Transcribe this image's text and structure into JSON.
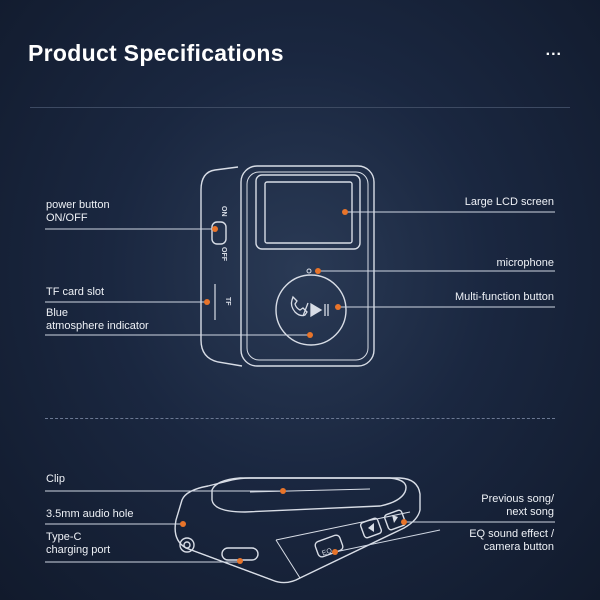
{
  "header": {
    "title": "Product Specifications",
    "menu": "..."
  },
  "labels": {
    "power_line1": "power button",
    "power_line2": "ON/OFF",
    "tf_slot": "TF card slot",
    "blue_line1": "Blue",
    "blue_line2": "atmosphere indicator",
    "lcd": "Large LCD screen",
    "microphone": "microphone",
    "multifunction": "Multi-function button",
    "clip": "Clip",
    "audio": "3.5mm audio hole",
    "typec_line1": "Type-C",
    "typec_line2": "charging port",
    "prev_line1": "Previous song/",
    "prev_line2": "next song",
    "eq_line1": "EQ sound effect /",
    "eq_line2": "camera button"
  },
  "device_markings": {
    "on": "ON",
    "off": "OFF",
    "tf": "TF"
  },
  "colors": {
    "accent": "#e8742a",
    "line": "#cfd6e2"
  }
}
